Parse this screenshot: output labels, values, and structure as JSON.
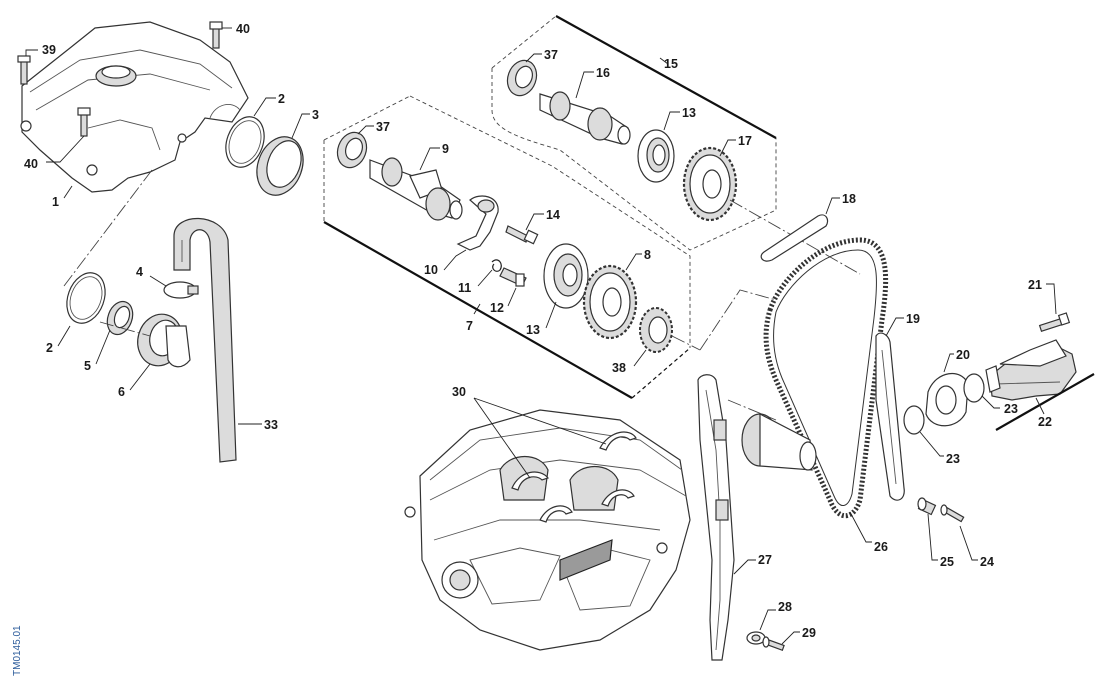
{
  "document_code": "TM0145.01",
  "labels": {
    "l1": "1",
    "l2a": "2",
    "l2b": "2",
    "l3": "3",
    "l4": "4",
    "l5": "5",
    "l6": "6",
    "l7": "7",
    "l8": "8",
    "l9": "9",
    "l10": "10",
    "l11": "11",
    "l12": "12",
    "l13a": "13",
    "l13b": "13",
    "l14": "14",
    "l15": "15",
    "l16": "16",
    "l17": "17",
    "l18": "18",
    "l19": "19",
    "l20": "20",
    "l21": "21",
    "l22": "22",
    "l23a": "23",
    "l23b": "23",
    "l24": "24",
    "l25": "25",
    "l26": "26",
    "l27": "27",
    "l28": "28",
    "l29": "29",
    "l30": "30",
    "l33": "33",
    "l37a": "37",
    "l37b": "37",
    "l38": "38",
    "l39": "39",
    "l40a": "40",
    "l40b": "40"
  },
  "colors": {
    "line": "#333333",
    "label": "#1a1a1a",
    "code": "#2a5a9a",
    "background": "#ffffff"
  }
}
